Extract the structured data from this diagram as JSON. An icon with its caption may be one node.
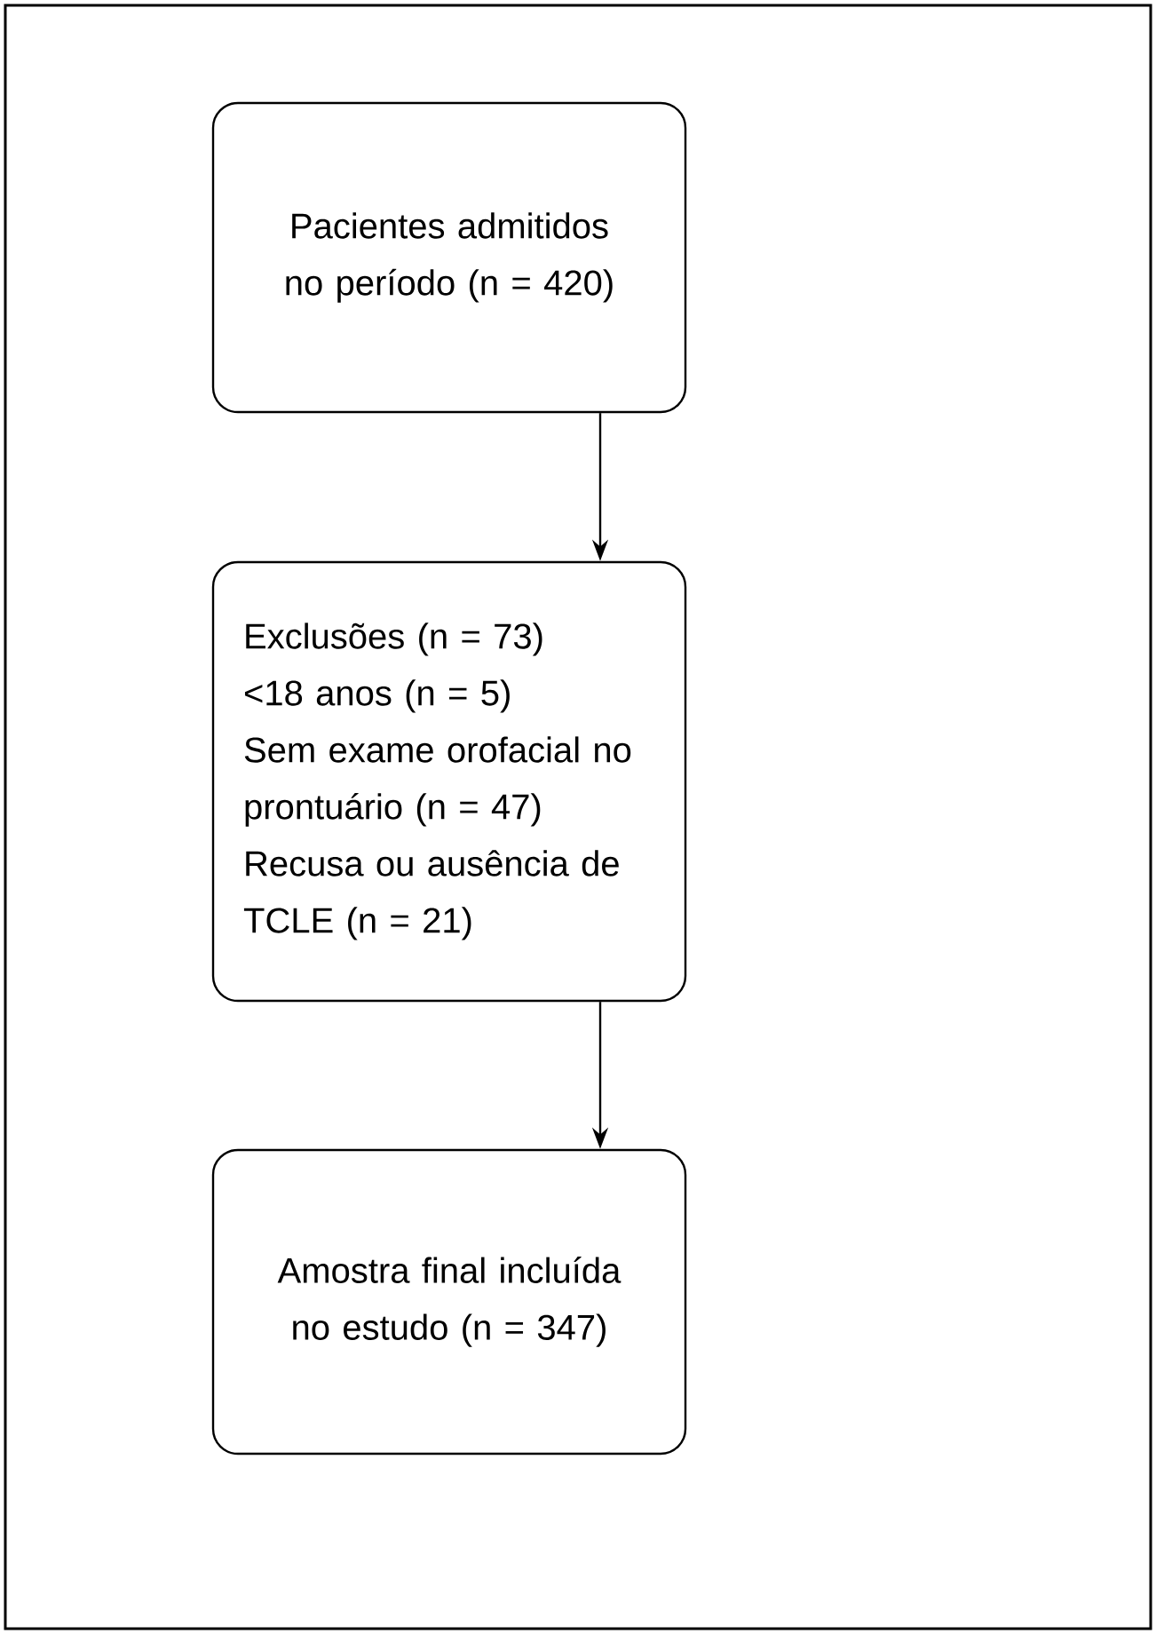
{
  "diagram": {
    "nodes": [
      {
        "text": [
          "Pacientes admitidos no período (n = 420)"
        ]
      },
      {
        "text": [
          "Exclusões (n = 73)",
          "<18 anos (n = 5)",
          "Sem exame orofacial no prontuário (n = 47)",
          "Recusa ou ausência de TCLE (n = 21)"
        ]
      },
      {
        "text": [
          "Amostra final incluída no estudo (n = 347)"
        ]
      }
    ],
    "edges": [
      {
        "from": 0,
        "to": 1,
        "arrow": "to"
      },
      {
        "from": 1,
        "to": 2,
        "arrow": "to"
      }
    ]
  }
}
